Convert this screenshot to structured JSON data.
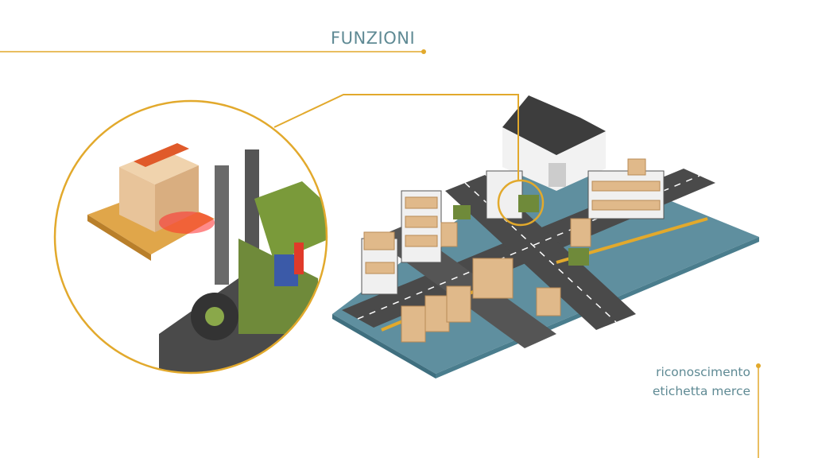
{
  "slide": {
    "title": "FUNZIONI",
    "caption_line1": "riconoscimento",
    "caption_line2": "etichetta merce"
  },
  "colors": {
    "accent": "#e2a92c",
    "text": "#5f8a94",
    "ground": "#5f8f9f",
    "road": "#4a4a4a"
  }
}
